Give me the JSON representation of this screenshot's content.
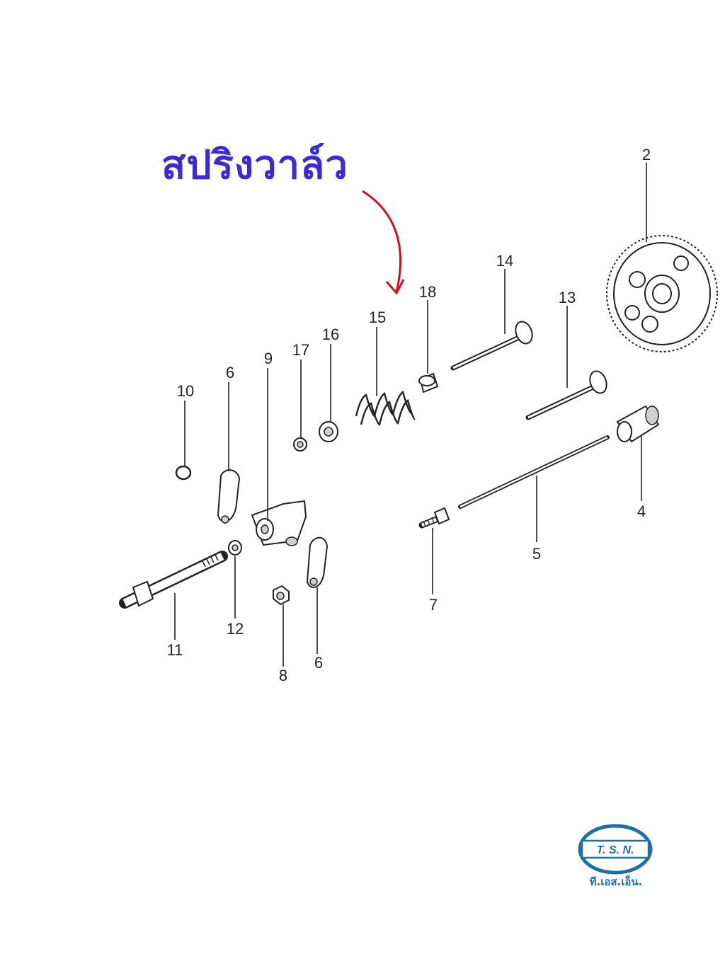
{
  "heading": "สปริงวาล์ว",
  "callouts": [
    "2",
    "4",
    "5",
    "6",
    "6",
    "7",
    "8",
    "9",
    "10",
    "11",
    "12",
    "13",
    "14",
    "15",
    "16",
    "17",
    "18"
  ],
  "logo": {
    "text": "T. S. N.",
    "caption": "ที.เอส.เอ็น."
  },
  "colors": {
    "heading": "#3b2bd6",
    "arrow": "#c8141e",
    "logo": "#1f6fa7"
  }
}
